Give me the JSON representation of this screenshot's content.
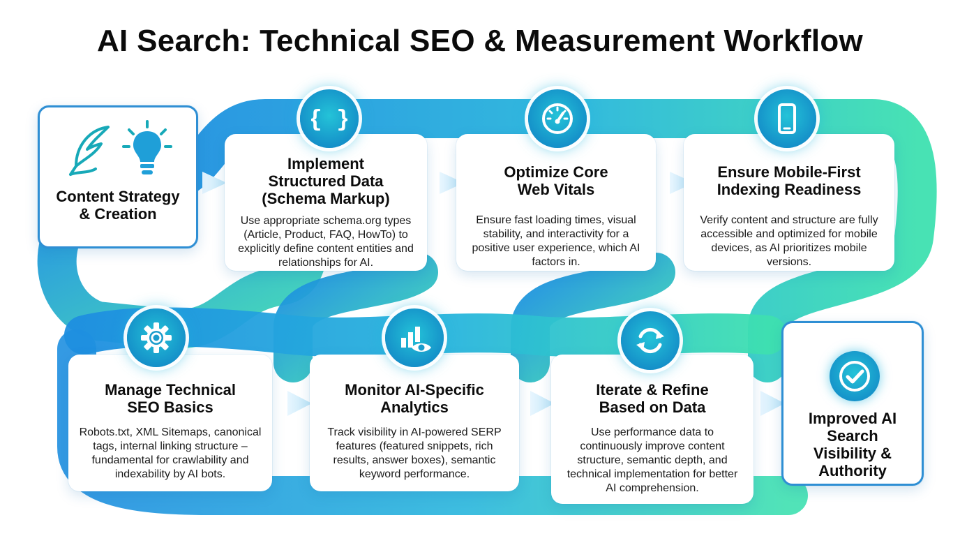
{
  "title": "AI Search: Technical SEO & Measurement Workflow",
  "steps": [
    {
      "title": "Content Strategy & Creation",
      "description": "",
      "icons": [
        "quill-icon",
        "lightbulb-icon"
      ]
    },
    {
      "title": "Implement Structured Data (Schema Markup)",
      "description": "Use appropriate schema.org types (Article, Product, FAQ, HowTo) to explicitly define content entities and relationships for AI.",
      "icon": "curly-braces-icon"
    },
    {
      "title": "Optimize Core Web Vitals",
      "description": "Ensure fast loading times, visual stability, and interactivity for a positive user experience, which AI factors in.",
      "icon": "speedometer-icon"
    },
    {
      "title": "Ensure Mobile-First Indexing Readiness",
      "description": "Verify content and structure are fully accessible and optimized for mobile devices, as AI prioritizes mobile versions.",
      "icon": "smartphone-icon"
    },
    {
      "title": "Manage Technical SEO Basics",
      "description": "Robots.txt, XML Sitemaps, canonical tags, internal linking structure – fundamental for crawlability and indexability by AI bots.",
      "icon": "gear-icon"
    },
    {
      "title": "Monitor AI-Specific Analytics",
      "description": "Track visibility in AI-powered SERP features (featured snippets, rich results, answer boxes), semantic keyword performance.",
      "icon": "chart-eye-icon"
    },
    {
      "title": "Iterate & Refine Based on Data",
      "description": "Use performance data to continuously improve content structure, semantic depth, and technical implementation for better AI comprehension.",
      "icon": "refresh-icon"
    },
    {
      "title": "Improved AI Search Visibility & Authority",
      "description": "",
      "icon": "checkmark-icon"
    }
  ],
  "colors": {
    "flow_start": "#1e8fe0",
    "flow_end": "#3ee0b0",
    "accent": "#1791c9",
    "border": "#2f8fd4"
  }
}
